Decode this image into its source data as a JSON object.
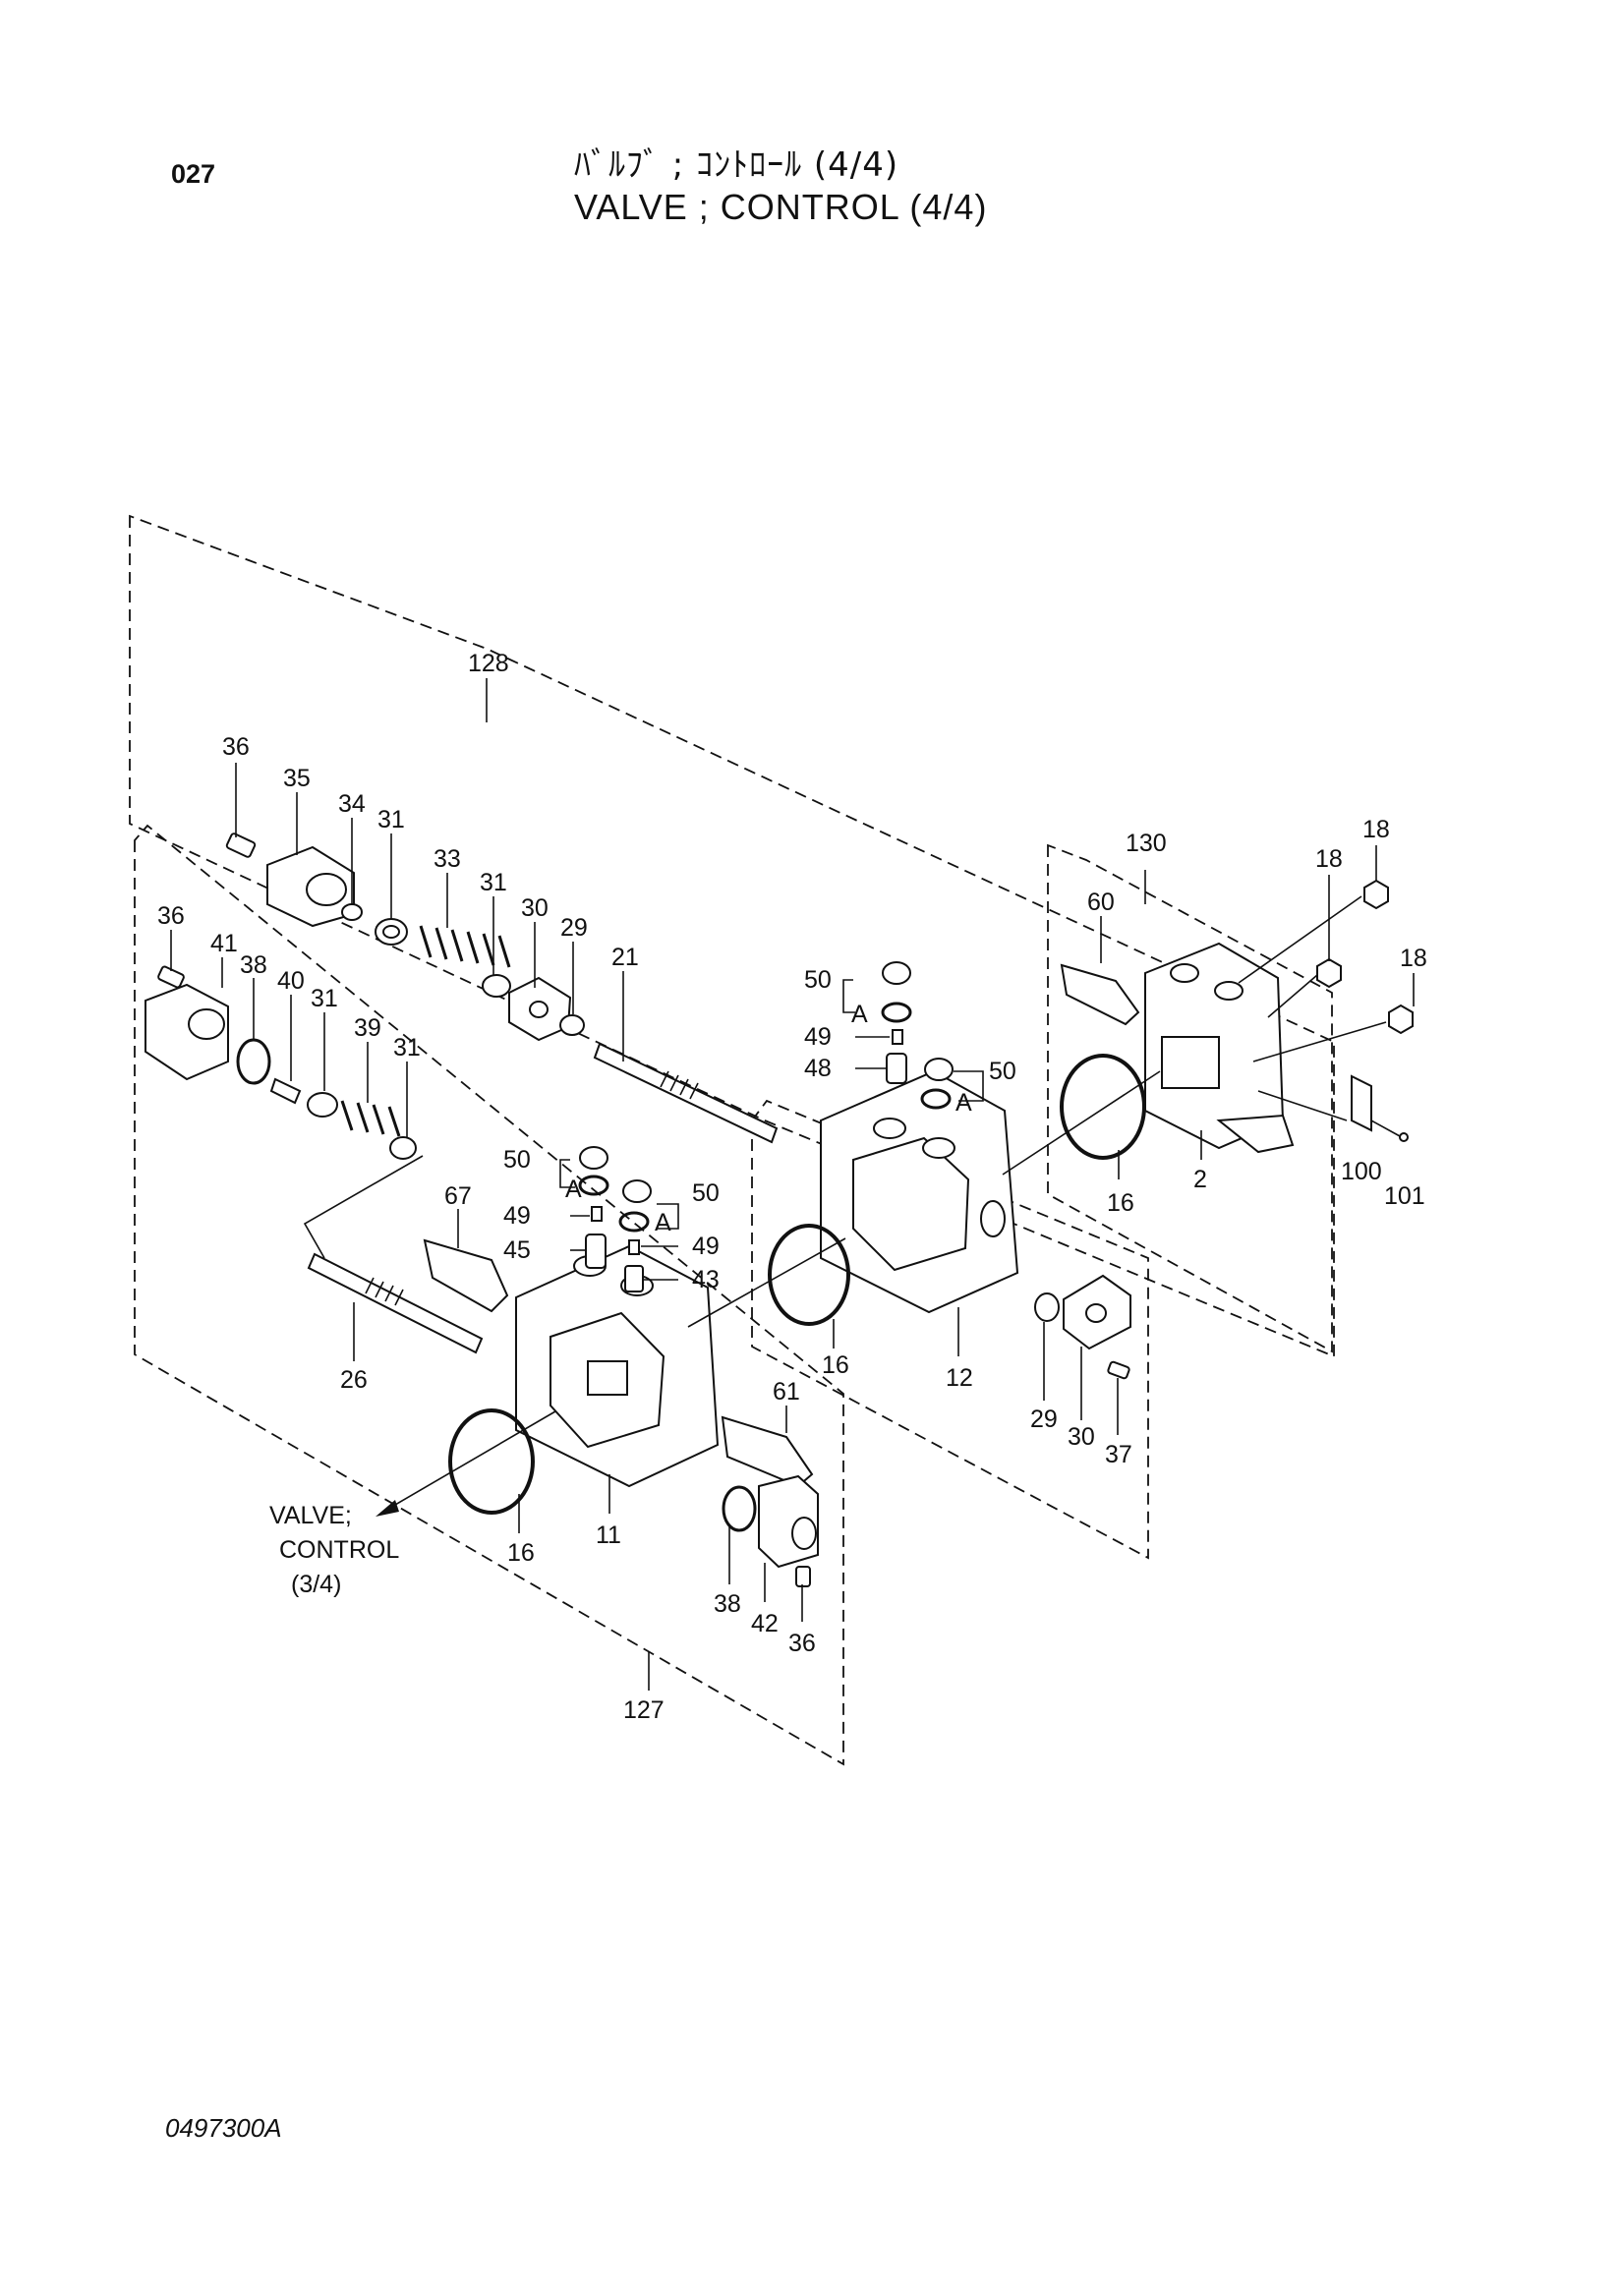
{
  "header": {
    "page_number": "027",
    "title_jp": "ﾊﾞﾙﾌﾞ ; ｺﾝﾄﾛｰﾙ (4/4)",
    "title_en": "VALVE ; CONTROL (4/4)"
  },
  "callouts": {
    "c128": "128",
    "c127": "127",
    "c130": "130",
    "c36a": "36",
    "c35": "35",
    "c34": "34",
    "c31a": "31",
    "c33": "33",
    "c31b": "31",
    "c30a": "30",
    "c29a": "29",
    "c21": "21",
    "c36b": "36",
    "c41": "41",
    "c38a": "38",
    "c40": "40",
    "c31c": "31",
    "c39": "39",
    "c31d": "31",
    "c50a": "50",
    "c49a": "49",
    "c48": "48",
    "c50b": "50",
    "Aa": "A",
    "Ab": "A",
    "c50c": "50",
    "c50d": "50",
    "c49b": "49",
    "c49c": "49",
    "c45": "45",
    "c43": "43",
    "Ac": "A",
    "Ad": "A",
    "c67": "67",
    "c26": "26",
    "c16a": "16",
    "c16b": "16",
    "c16c": "16",
    "c12": "12",
    "c11": "11",
    "c61": "61",
    "c38b": "38",
    "c42": "42",
    "c36c": "36",
    "c29b": "29",
    "c30b": "30",
    "c37": "37",
    "c60": "60",
    "c18a": "18",
    "c18b": "18",
    "c18c": "18",
    "c2": "2",
    "c100": "100",
    "c101": "101"
  },
  "reference_label": {
    "line1": "VALVE;",
    "line2": "CONTROL",
    "line3": "(3/4)"
  },
  "footer": {
    "drawing_id": "0497300A"
  }
}
